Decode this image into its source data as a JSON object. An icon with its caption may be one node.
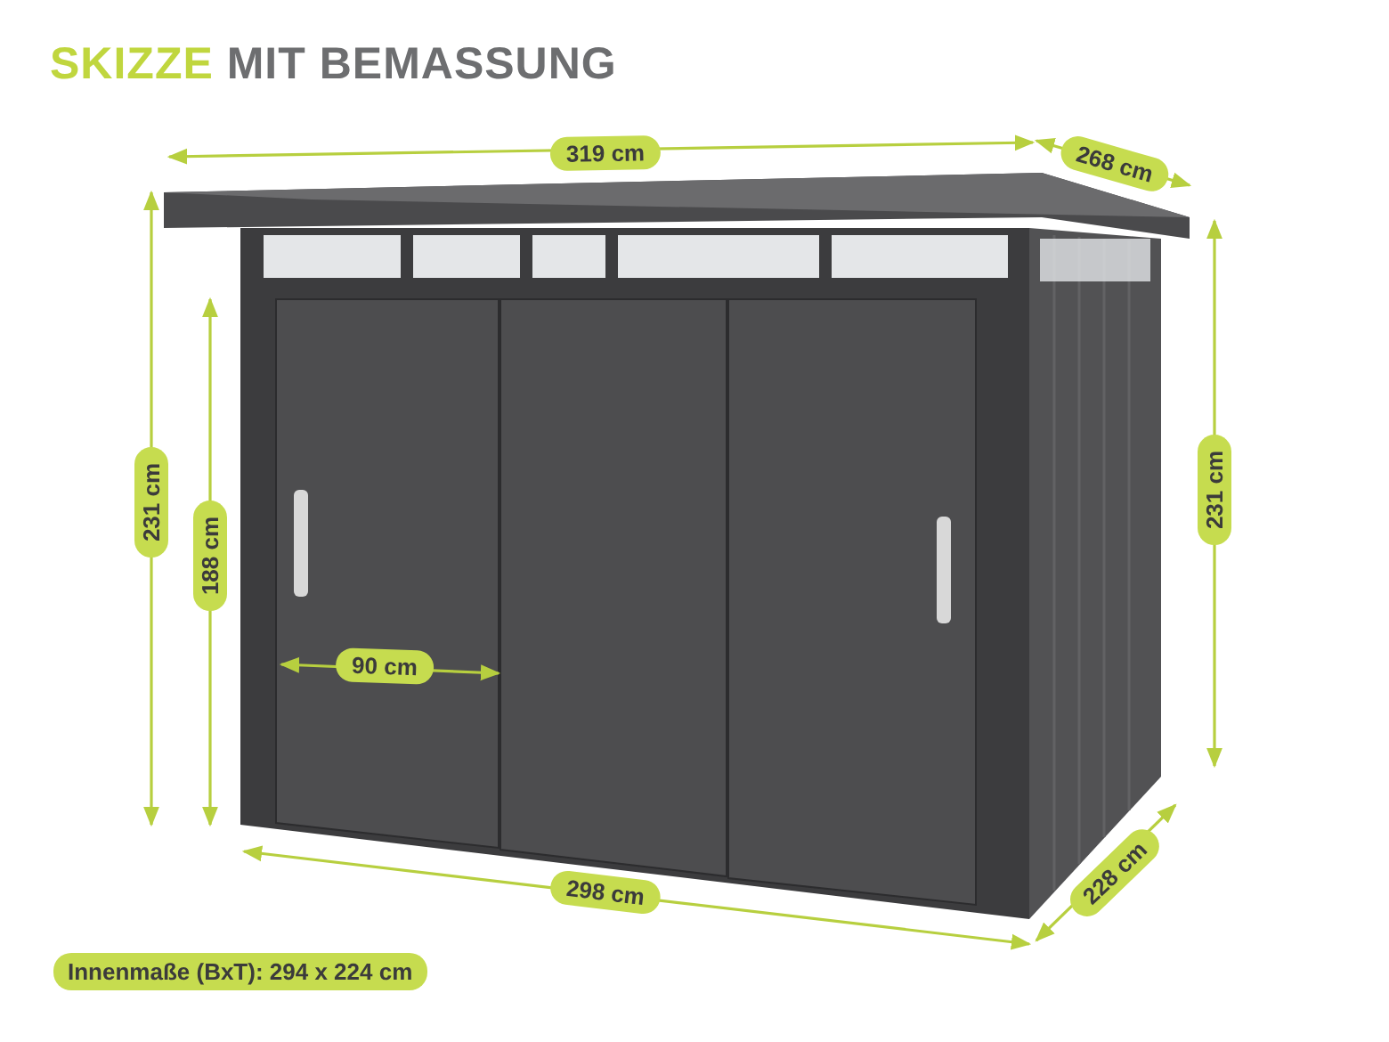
{
  "diagram": {
    "title": "SKIZZE MIT BEMASSUNG",
    "labels": [
      "319 cm",
      "268 cm",
      "231 cm",
      "188 cm",
      "231 cm",
      "90 cm",
      "298 cm",
      "228 cm",
      "Innenmaße (BxT): 294 x 224 cm"
    ]
  }
}
